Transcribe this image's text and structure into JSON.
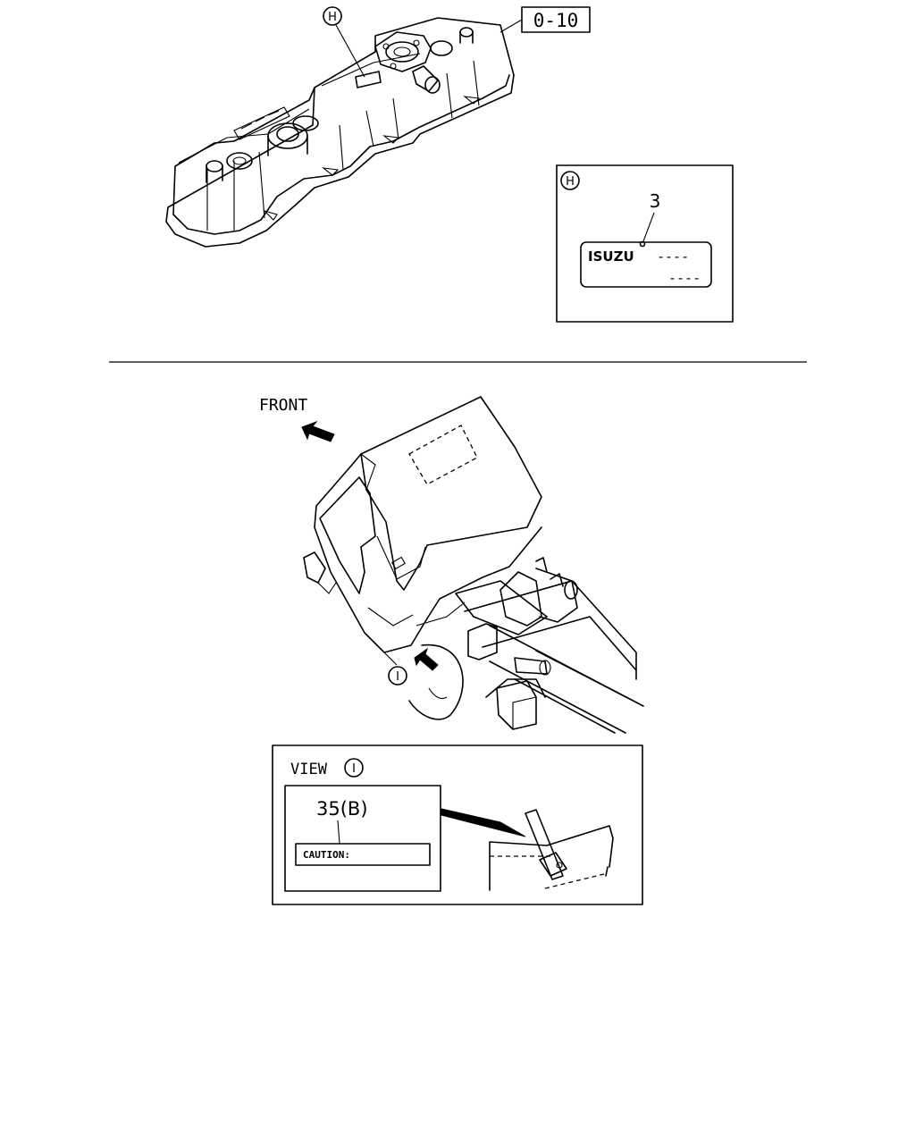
{
  "top": {
    "ref_box": "0-10",
    "callout_h": "H",
    "detail_h": {
      "marker": "H",
      "part_no": "3",
      "label_brand": "ISUZU",
      "label_dash1": "----",
      "label_dash2": "----"
    }
  },
  "bottom": {
    "front_label": "FRONT",
    "callout_i": "I",
    "view": {
      "title": "VIEW",
      "marker": "I",
      "part_no": "35(B)",
      "caution_text": "CAUTION:"
    }
  }
}
